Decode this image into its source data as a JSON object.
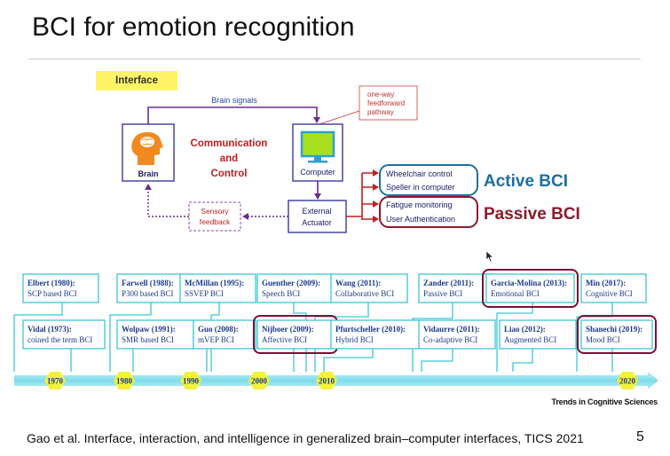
{
  "slide": {
    "title": "BCI for emotion recognition",
    "interface_label": "Interface",
    "citation": "Gao et al. Interface, interaction, and intelligence in generalized brain–computer interfaces, TICS 2021",
    "page_number": "5",
    "source_credit": "Trends in Cognitive Sciences"
  },
  "diagram": {
    "brain_signals": "Brain signals",
    "one_way": [
      "one-way",
      "feedforward",
      "pathway"
    ],
    "brain_label": "Brain",
    "computer_label": "Computer",
    "comm_control": [
      "Communication",
      "and",
      "Control"
    ],
    "external_actuator": [
      "External",
      "Actuator"
    ],
    "sensory_feedback": [
      "Sensory",
      "feedback"
    ],
    "active_items": [
      "Wheelchair control",
      "Speller in computer"
    ],
    "passive_items": [
      "Fatigue monitoring",
      "User Authentication"
    ],
    "active_label": "Active BCI",
    "passive_label": "Passive BCI",
    "colors": {
      "arrow": "#6b2c91",
      "accent_red": "#c02020",
      "active": "#1e6fa0",
      "passive": "#8b1a2a",
      "brain_orange": "#f08a20",
      "screen_green": "#a8e020"
    }
  },
  "timeline": {
    "top_row": [
      {
        "author": "Elbert (1980):",
        "topic": "SCP based BCI"
      },
      {
        "author": "Farwell (1988):",
        "topic": "P300 based BCI"
      },
      {
        "author": "McMillan (1995):",
        "topic": "SSVEP BCI"
      },
      {
        "author": "Guenther (2009):",
        "topic": "Speech BCI"
      },
      {
        "author": "Wang (2011):",
        "topic": "Collaborative BCI"
      },
      {
        "author": "Zander (2011):",
        "topic": "Passive BCI"
      },
      {
        "author": "Garcia-Molina (2013):",
        "topic": "Emotional BCI"
      },
      {
        "author": "Min (2017):",
        "topic": "Cognitive BCI"
      }
    ],
    "bottom_row": [
      {
        "author": "Vidal (1973):",
        "topic": "coined the term BCI"
      },
      {
        "author": "Wolpaw (1991):",
        "topic": "SMR based BCI"
      },
      {
        "author": "Guo (2008):",
        "topic": "mVEP BCI"
      },
      {
        "author": "Nijboer (2009):",
        "topic": "Affective BCI"
      },
      {
        "author": "Pfurtscheller (2010):",
        "topic": "Hybrid BCI"
      },
      {
        "author": "Vidaurre (2011):",
        "topic": "Co-adaptive BCI"
      },
      {
        "author": "Liao (2012):",
        "topic": "Augmented BCI"
      },
      {
        "author": "Shanechi (2019):",
        "topic": "Mood BCI"
      }
    ],
    "years": [
      "1970",
      "1980",
      "1990",
      "2000",
      "2010",
      "2020"
    ],
    "colors": {
      "box_border": "#3fc6d6",
      "text": "#1a3a8a",
      "highlight": "#7a1030",
      "bar": "#8fe3ef",
      "hexagon": "#f2f23a"
    }
  }
}
